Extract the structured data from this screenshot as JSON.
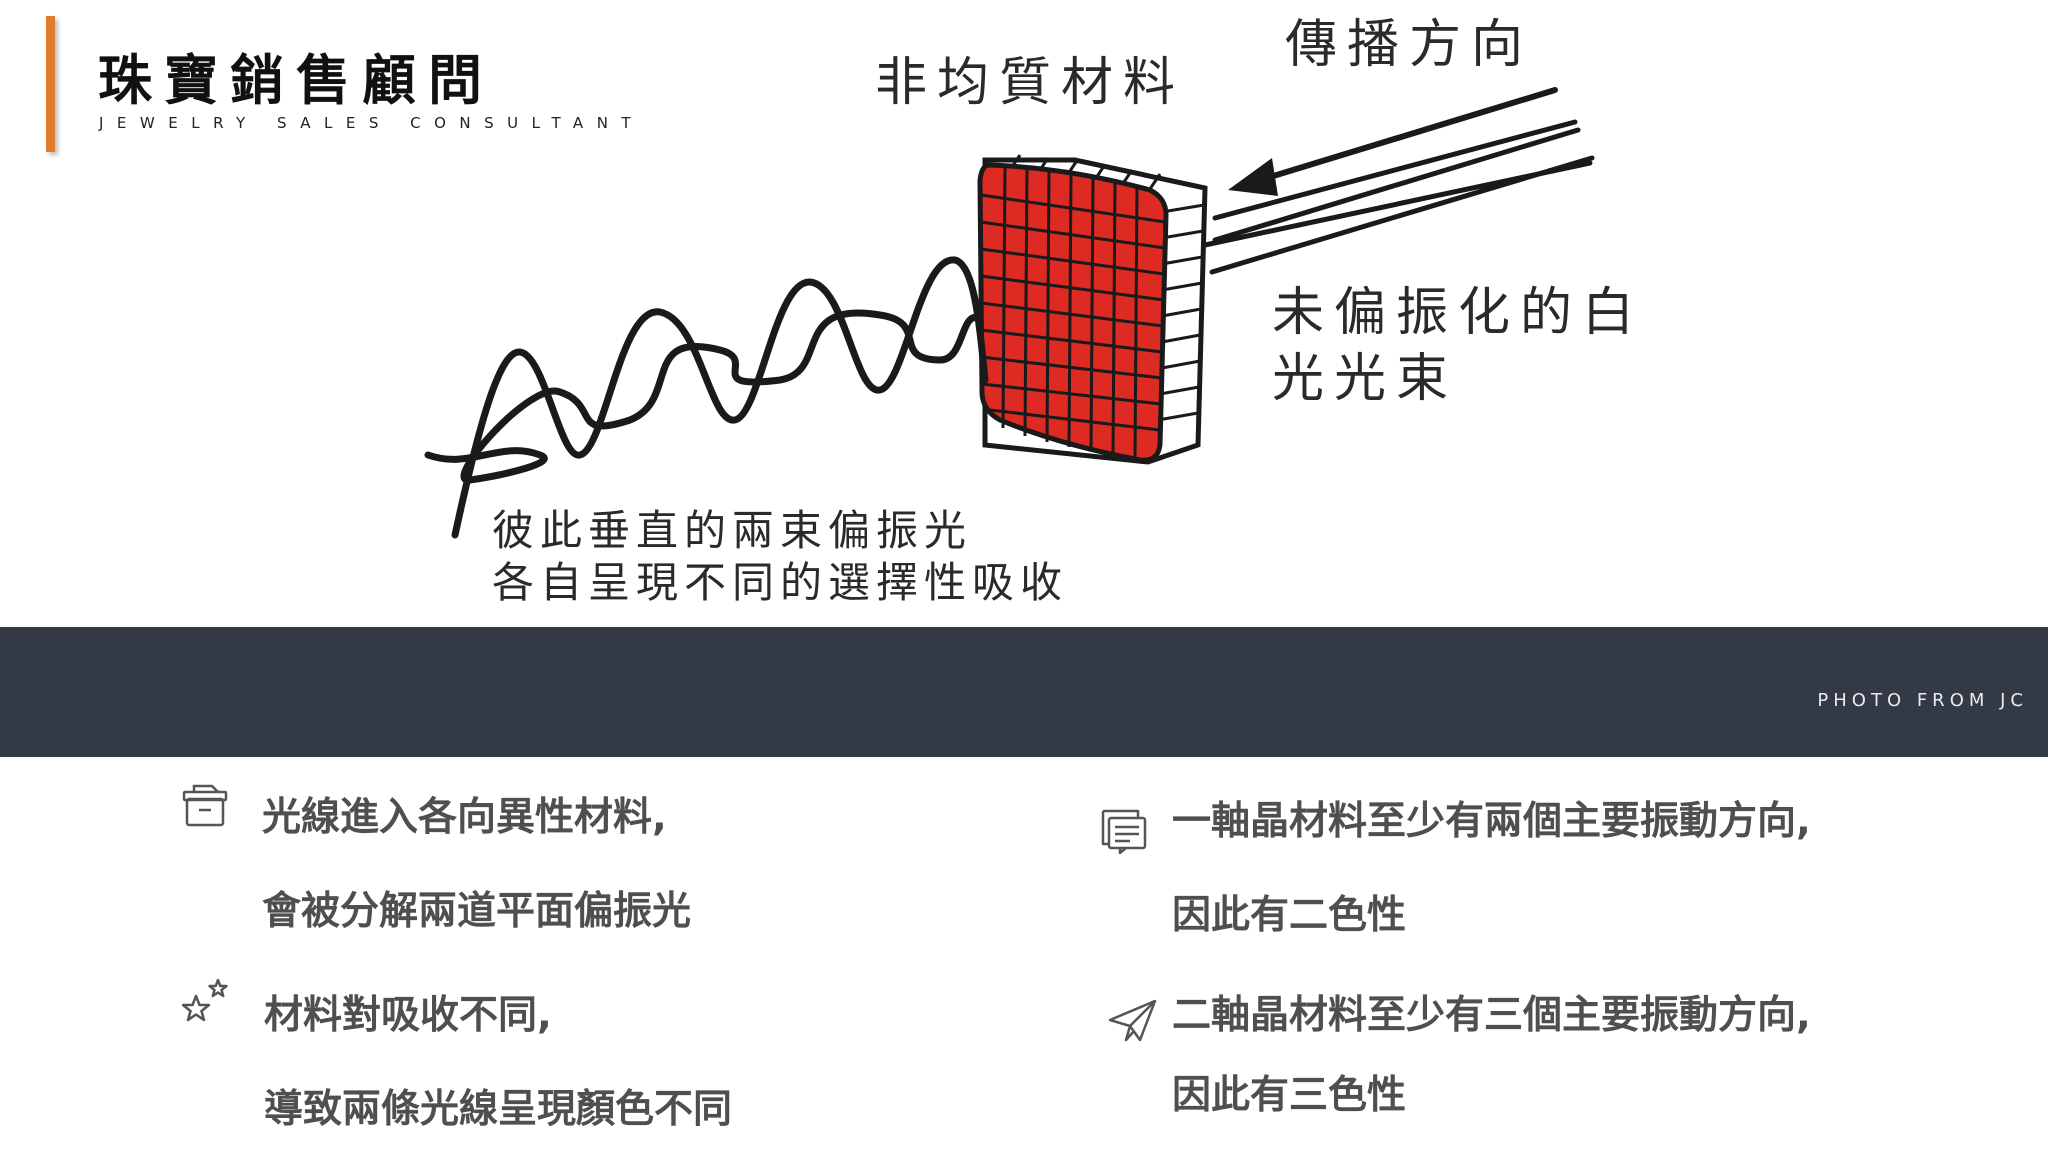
{
  "header": {
    "title": "珠寶銷售顧問",
    "subtitle": "JEWELRY SALES CONSULTANT",
    "accent_color": "#e07b2e"
  },
  "diagram": {
    "label_material": "非均質材料",
    "label_direction": "傳播方向",
    "label_white_light_line1": "未偏振化的白",
    "label_white_light_line2": "光光束",
    "label_polarized_line1": "彼此垂直的兩束偏振光",
    "label_polarized_line2": "各自呈現不同的選擇性吸收",
    "crystal_color": "#dd2a22"
  },
  "band": {
    "credit": "PHOTO FROM JC",
    "color": "#333a45"
  },
  "items": [
    {
      "icon": "archive-box-icon",
      "line1": "光線進入各向異性材料,",
      "line2": "會被分解兩道平面偏振光"
    },
    {
      "icon": "stars-icon",
      "line1": "材料對吸收不同,",
      "line2": "導致兩條光線呈現顏色不同"
    },
    {
      "icon": "document-list-icon",
      "line1": "一軸晶材料至少有兩個主要振動方向,",
      "line2": "因此有二色性"
    },
    {
      "icon": "paper-plane-icon",
      "line1": "二軸晶材料至少有三個主要振動方向,",
      "line2": "因此有三色性"
    }
  ]
}
